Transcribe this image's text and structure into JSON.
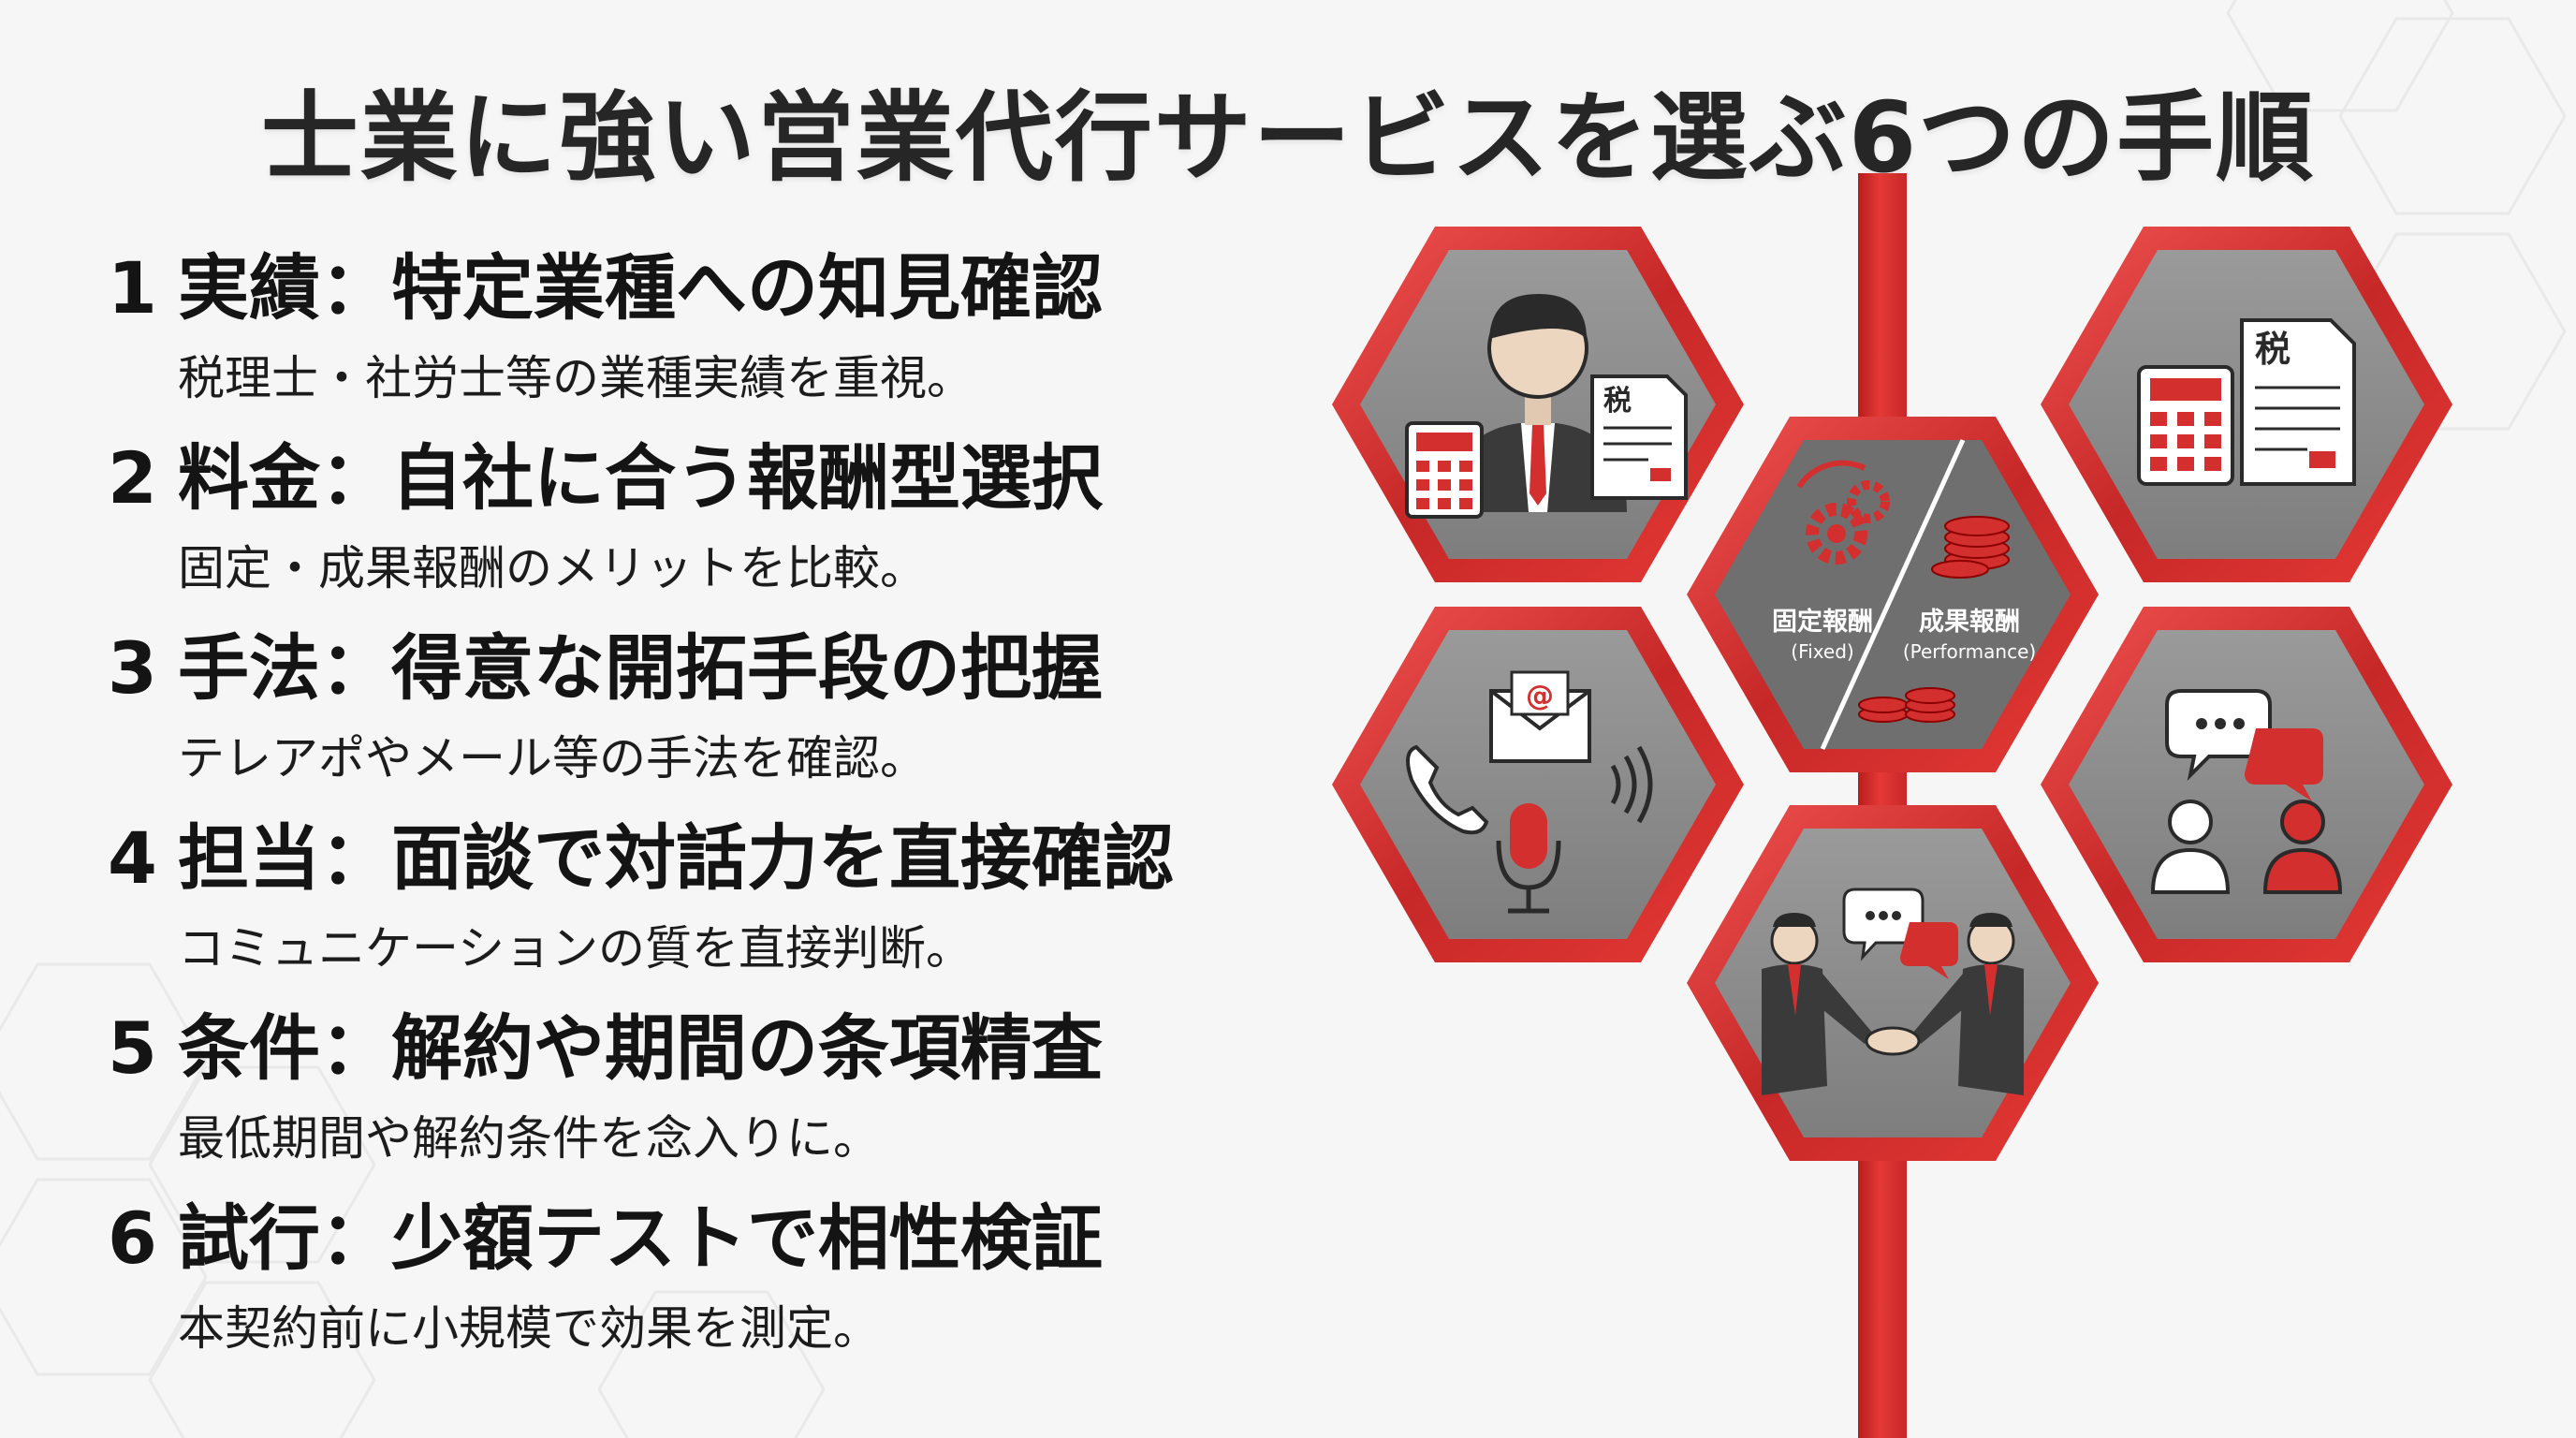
{
  "title": "士業に強い営業代行サービスを選ぶ6つの手順",
  "steps": [
    {
      "num": "1",
      "heading": "実績：特定業種への知見確認",
      "desc": "税理士・社労士等の業種実績を重視。"
    },
    {
      "num": "2",
      "heading": "料金：自社に合う報酬型選択",
      "desc": "固定・成果報酬のメリットを比較。"
    },
    {
      "num": "3",
      "heading": "手法：得意な開拓手段の把握",
      "desc": "テレアポやメール等の手法を確認。"
    },
    {
      "num": "4",
      "heading": "担当：面談で対話力を直接確認",
      "desc": "コミュニケーションの質を直接判断。"
    },
    {
      "num": "5",
      "heading": "条件：解約や期間の条項精査",
      "desc": "最低期間や解約条件を念入りに。"
    },
    {
      "num": "6",
      "heading": "試行：少額テストで相性検証",
      "desc": "本契約前に小規模で効果を測定。"
    }
  ],
  "pricing_hex": {
    "fixed_label": "固定報酬",
    "fixed_sub": "(Fixed)",
    "perf_label": "成果報酬",
    "perf_sub": "(Performance)"
  },
  "tax_doc_label": "税",
  "email_at": "@",
  "colors": {
    "accent": "#d32f2f",
    "hex_fill": "#8f8f8f",
    "title": "#262626"
  },
  "icons": [
    "businessman-icon",
    "calculator-icon",
    "tax-document-icon",
    "gears-icon",
    "coins-icon",
    "phone-icon",
    "email-icon",
    "sound-waves-icon",
    "microphone-icon",
    "chat-bubbles-icon",
    "users-icon",
    "handshake-icon"
  ]
}
